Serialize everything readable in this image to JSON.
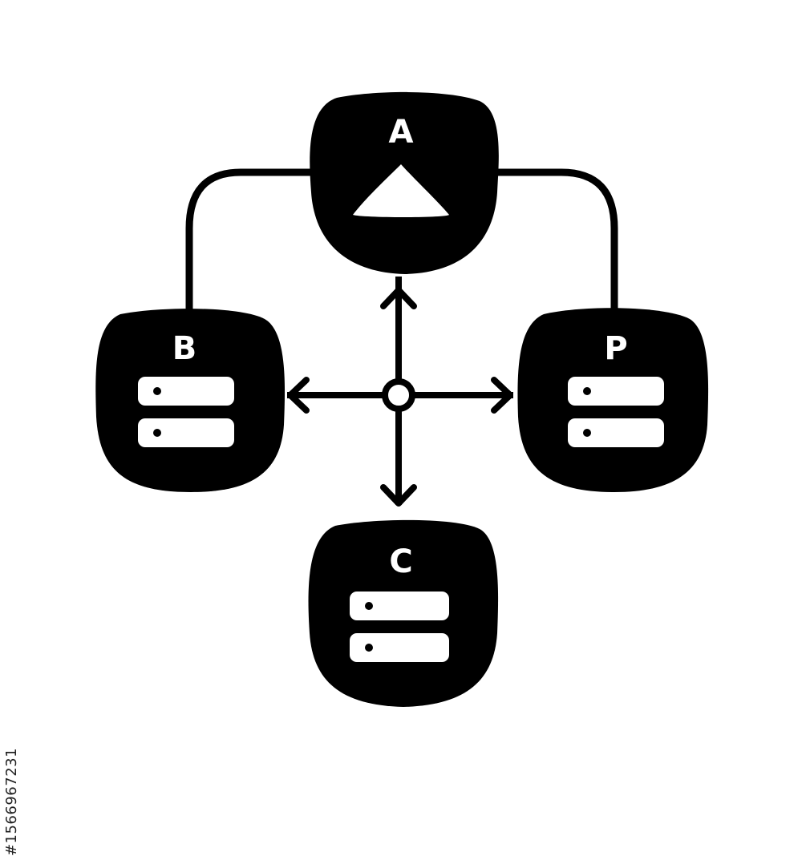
{
  "diagram": {
    "nodes": {
      "top": {
        "label": "A",
        "icon": "triangle-icon"
      },
      "left": {
        "label": "B",
        "icon": "server-stack-icon"
      },
      "right": {
        "label": "P",
        "icon": "server-stack-icon"
      },
      "bottom": {
        "label": "C",
        "icon": "server-stack-icon"
      }
    },
    "hub": {
      "icon": "hub-circle-icon"
    },
    "colors": {
      "ink": "#000000",
      "paper": "#ffffff"
    }
  },
  "watermark": {
    "stock_id": "#1566967231"
  }
}
